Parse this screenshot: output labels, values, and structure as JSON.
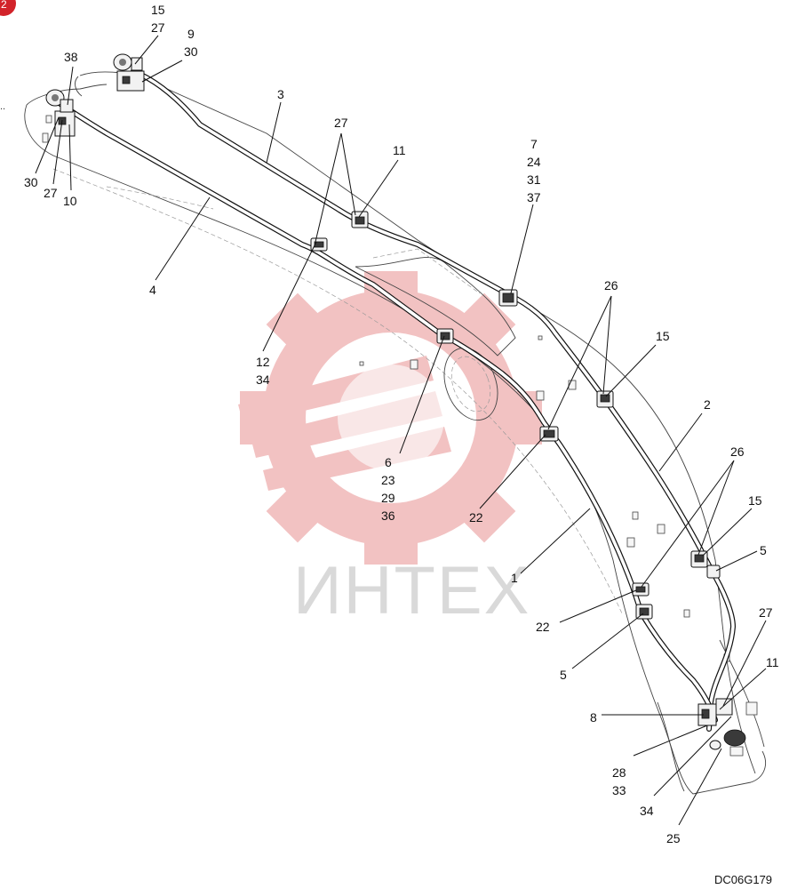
{
  "badge": {
    "text": "2",
    "color": "#d2232a"
  },
  "watermark": {
    "text": "ИНТЕХ",
    "gear_color": "#f0b8b8",
    "text_color": "#d9d9d9"
  },
  "drawing_code": "DC06G179",
  "callouts": {
    "c15_27": [
      "15",
      "27"
    ],
    "c9_30": [
      "9",
      "30"
    ],
    "c38": [
      "38"
    ],
    "c3": [
      "3"
    ],
    "c27_top": [
      "27"
    ],
    "c11_top": [
      "11"
    ],
    "c7_block": [
      "7",
      "24",
      "31",
      "37"
    ],
    "c30": [
      "30"
    ],
    "c27_left": [
      "27"
    ],
    "c10": [
      "10"
    ],
    "c4": [
      "4"
    ],
    "c26_top": [
      "26"
    ],
    "c15_mid": [
      "15"
    ],
    "c12_34": [
      "12",
      "34"
    ],
    "c2": [
      "2"
    ],
    "c6_block": [
      "6",
      "23",
      "29",
      "36"
    ],
    "c26_low": [
      "26"
    ],
    "c15_low": [
      "15"
    ],
    "c22_upper": [
      "22"
    ],
    "c5_right": [
      "5"
    ],
    "c1": [
      "1"
    ],
    "c22_lower": [
      "22"
    ],
    "c27_low": [
      "27"
    ],
    "c5_lower": [
      "5"
    ],
    "c11_low": [
      "11"
    ],
    "c8": [
      "8"
    ],
    "c28_33": [
      "28",
      "33"
    ],
    "c34": [
      "34"
    ],
    "c25": [
      "25"
    ]
  }
}
